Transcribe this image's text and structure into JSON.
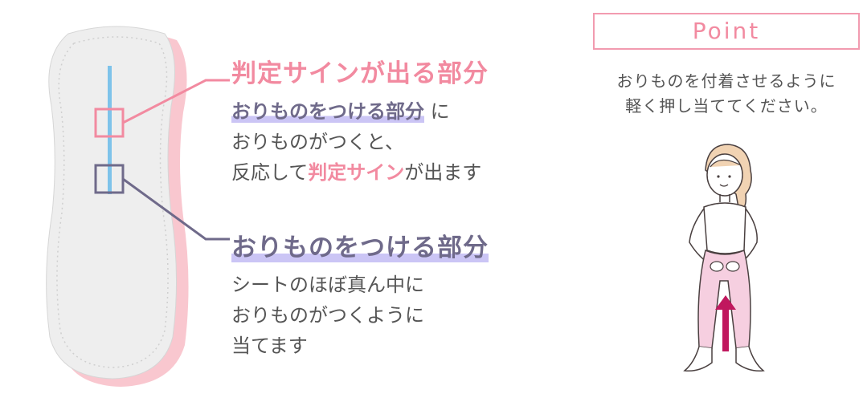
{
  "left": {
    "sign_heading": "判定サインが出る部分",
    "desc1": {
      "em": "おりものをつける部分",
      "after_em": " に",
      "line2": "おりものがつくと、",
      "line3_pre": "反応して",
      "line3_pink": "判定サイン",
      "line3_post": "が出ます"
    },
    "contact_heading": "おりものをつける部分",
    "desc2": {
      "line1": "シートのほぼ真ん中に",
      "line2": "おりものがつくように",
      "line3": "当てます"
    }
  },
  "point": {
    "label": "Point",
    "line1": "おりものを付着させるように",
    "line2": "軽く押し当ててください。"
  },
  "colors": {
    "pink": "#f28aa0",
    "purple": "#6f6a8a",
    "highlight": "#cbc5f5",
    "arrow": "#c0185e",
    "indicator_blue": "#7ec3ea"
  },
  "icons": {
    "pad": "panty-liner-illustration",
    "figure": "woman-applying-illustration",
    "arrow": "up-arrow-icon"
  }
}
